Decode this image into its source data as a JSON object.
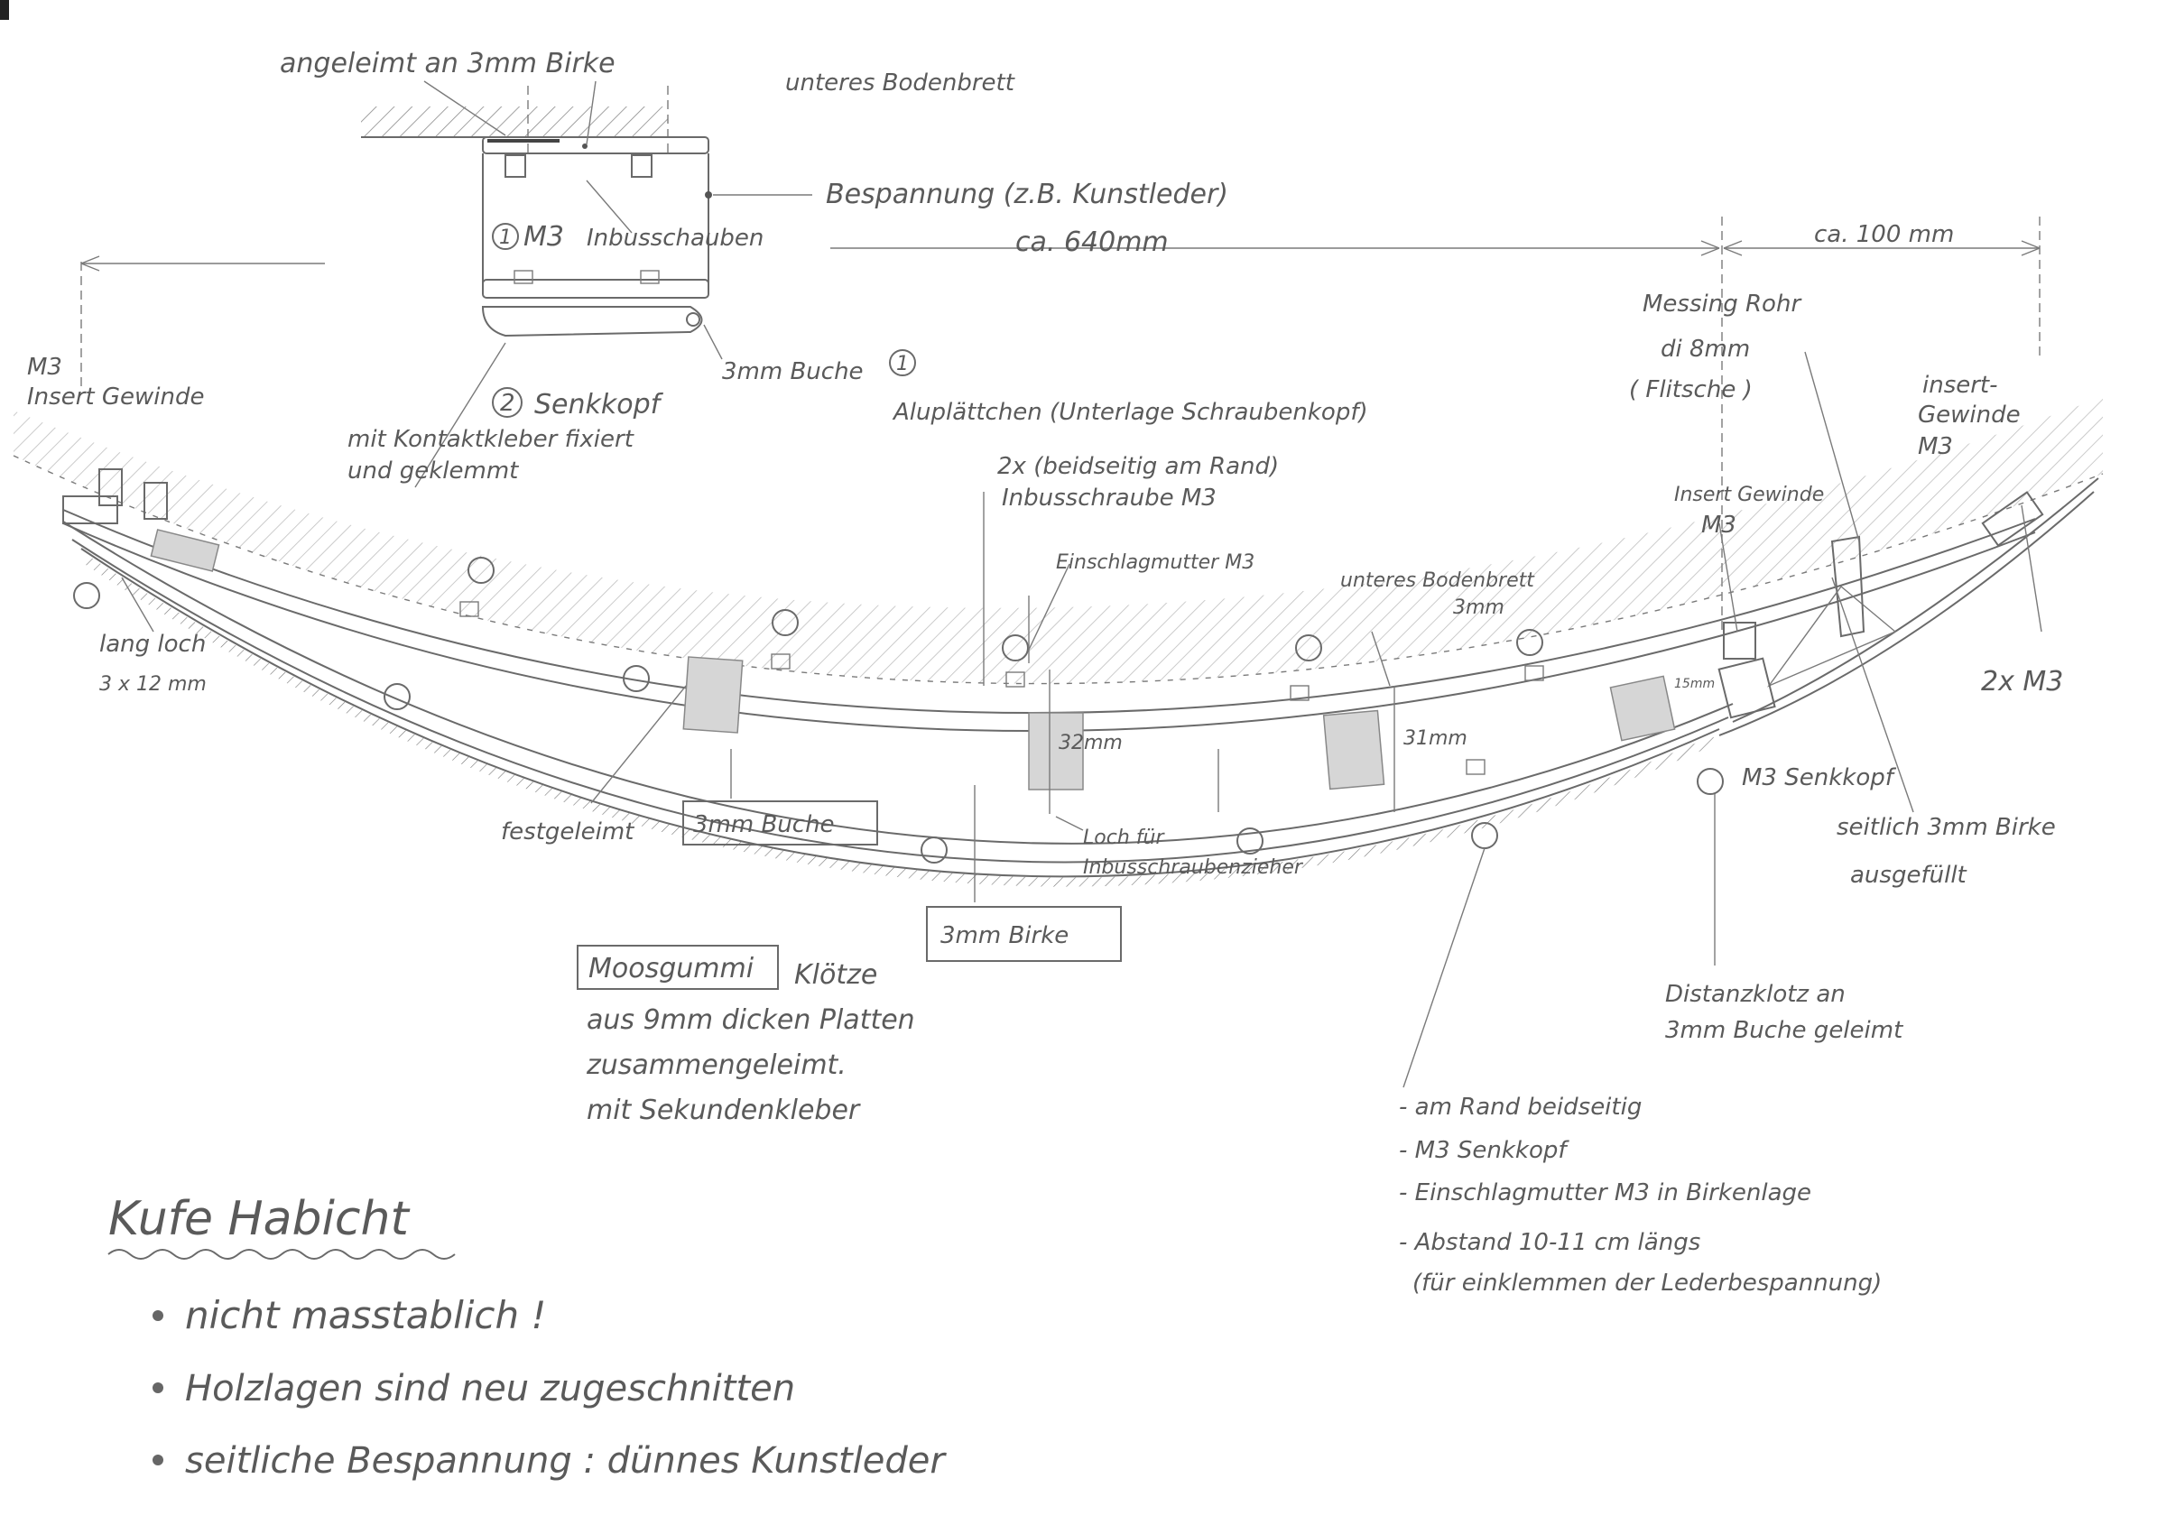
{
  "detail": {
    "glued": "angeleimt an 3mm Birke",
    "board_top": "unteres Bodenbrett",
    "covering": "Bespannung (z.B. Kunstleder)",
    "screw_num": "1",
    "screw_label": "M3",
    "screw_type": "Inbusschauben",
    "beech": "3mm Buche",
    "countersunk_num": "2",
    "countersunk": "Senkkopf",
    "fix_line1": "mit Kontaktkleber fixiert",
    "fix_line2": "und geklemmt"
  },
  "dimensions": {
    "length": "ca. 640mm",
    "end": "ca. 100 mm"
  },
  "labels": {
    "m3_left_a": "M3",
    "m3_left_b": "Insert Gewinde",
    "slot_a": "lang loch",
    "slot_b": "3 x 12 mm",
    "brass_a": "Messing Rohr",
    "brass_b": "di 8mm",
    "brass_c": "( Flitsche )",
    "ref_1": "1",
    "alu": "Aluplättchen (Unterlage Schraubenkopf)",
    "two_x_a": "2x (beidseitig am Rand)",
    "two_x_b": "Inbusschraube M3",
    "tee_nut": "Einschlagmutter M3",
    "board_lower_a": "unteres Bodenbrett",
    "board_lower_b": "3mm",
    "insert_mid_a": "Insert Gewinde",
    "insert_mid_b": "M3",
    "insert_right_a": "insert-",
    "insert_right_b": "Gewinde",
    "insert_right_c": "M3",
    "two_m3": "2x M3",
    "dim_32": "32mm",
    "dim_31": "31mm",
    "dim_15": "15mm",
    "glued_fixed": "festgeleimt",
    "beech_box": "3mm Buche",
    "hole_a": "Loch für",
    "hole_b": "Inbusschraubenzieher",
    "birch_box": "3mm Birke",
    "m3_countersunk": "M3 Senkkopf",
    "side_birch_a": "seitlich 3mm Birke",
    "side_birch_b": "ausgefüllt",
    "moss_box": "Moosgummi",
    "moss_a": "Klötze",
    "moss_b": "aus 9mm dicken Platten",
    "moss_c": "zusammengeleimt.",
    "moss_d": "mit Sekundenkleber",
    "spacer_a": "Distanzklotz an",
    "spacer_b": "3mm Buche geleimt",
    "note_1": "- am Rand beidseitig",
    "note_2": "- M3  Senkkopf",
    "note_3": "- Einschlagmutter M3 in Birkenlage",
    "note_4": "- Abstand 10-11 cm längs",
    "note_5": "(für einklemmen der Lederbespannung)"
  },
  "footer": {
    "title": "Kufe Habicht",
    "bullet_1": "nicht masstablich !",
    "bullet_2": "Holzlagen sind neu zugeschnitten",
    "bullet_3": "seitliche Bespannung : dünnes Kunstleder"
  }
}
